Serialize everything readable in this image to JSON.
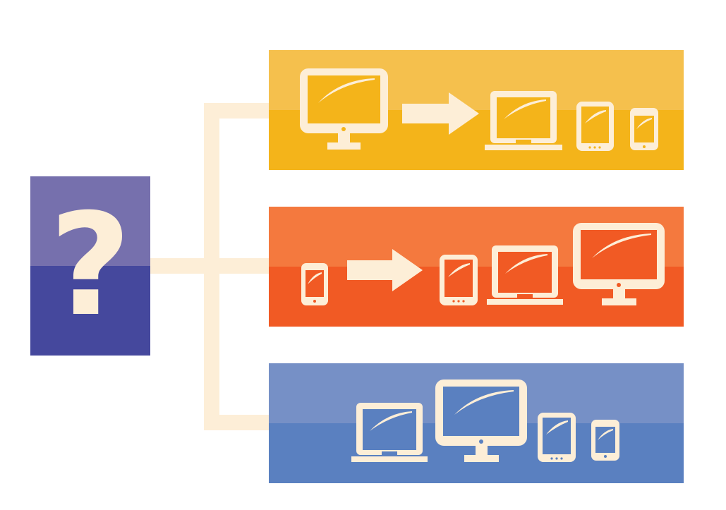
{
  "question": {
    "symbol": "?",
    "icon": "question-mark-icon"
  },
  "colors": {
    "question_top": "#7670ad",
    "question_bottom": "#45489d",
    "connector": "#fdeed7",
    "banner_desktop_first": [
      "#f5c04d",
      "#f4b41a"
    ],
    "banner_mobile_first": [
      "#f4793e",
      "#f15a24"
    ],
    "banner_all_devices": [
      "#7690c6",
      "#5a80c0"
    ],
    "icon_fill": "#fdeed7"
  },
  "options": [
    {
      "id": "desktop-first",
      "icons": [
        "desktop-icon",
        "arrow-right-icon",
        "laptop-icon",
        "tablet-icon",
        "phone-icon"
      ]
    },
    {
      "id": "mobile-first",
      "icons": [
        "phone-icon",
        "arrow-right-icon",
        "tablet-icon",
        "laptop-icon",
        "desktop-icon"
      ]
    },
    {
      "id": "all-devices",
      "icons": [
        "laptop-icon",
        "desktop-icon",
        "tablet-icon",
        "phone-icon"
      ]
    }
  ]
}
